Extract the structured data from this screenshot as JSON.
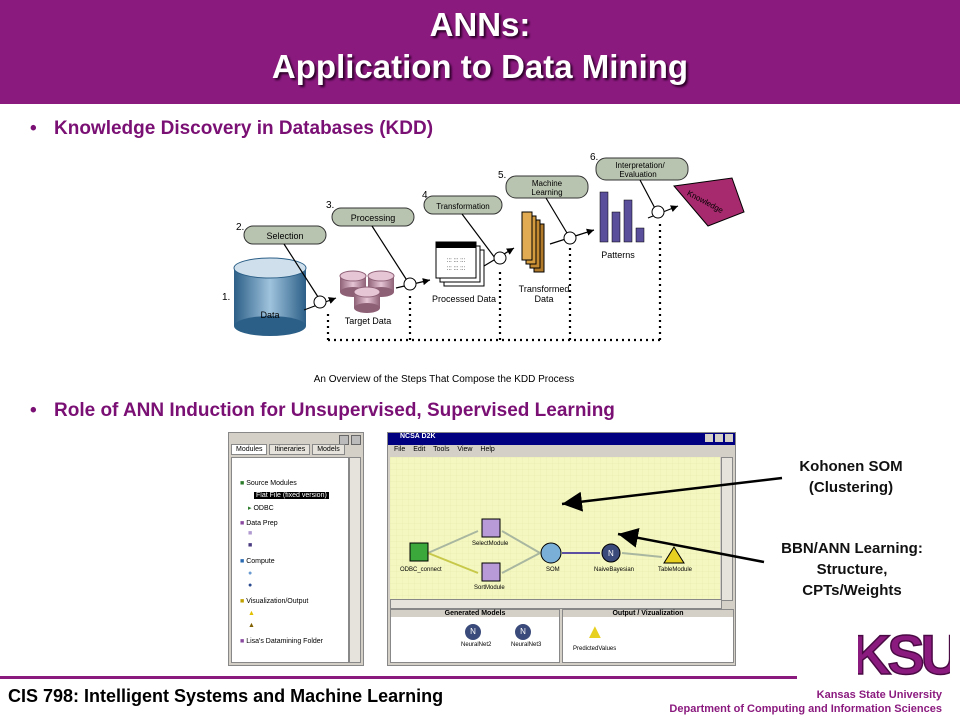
{
  "header": {
    "title_line1": "ANNs:",
    "title_line2": "Application to Data Mining"
  },
  "bullets": [
    "Knowledge Discovery in Databases (KDD)",
    "Role of ANN Induction for Unsupervised, Supervised Learning"
  ],
  "kdd_diagram": {
    "step_numbers": [
      "1.",
      "2.",
      "3.",
      "4.",
      "5.",
      "6."
    ],
    "steps": [
      "Selection",
      "Processing",
      "Transformation",
      "Machine",
      "Learning",
      "Interpretation/",
      "Evaluation"
    ],
    "artifacts": {
      "data": "Data",
      "target_data": "Target Data",
      "processed_data": "Processed Data",
      "transformed_line1": "Transformed",
      "transformed_line2": "Data",
      "patterns": "Patterns",
      "knowledge": "Knowledge"
    },
    "caption": "An Overview of the Steps That Compose the KDD Process"
  },
  "modules_panel": {
    "tabs": [
      "Modules",
      "Itineraries",
      "Models"
    ],
    "items": [
      "Source Modules",
      "Flat File (fixed version)",
      "ODBC",
      "Data Prep",
      "Compute",
      "Visualization/Output",
      "Lisa's Datamining Folder"
    ]
  },
  "d2k_window": {
    "title": "NCSA D2K",
    "menu": [
      "File",
      "Edit",
      "Tools",
      "View",
      "Help"
    ],
    "nodes": [
      "ODBC_connect",
      "SelectModule",
      "SortModule",
      "SOM",
      "NaiveBayesian",
      "TableModule"
    ],
    "bottom_left_title": "Generated Models",
    "bottom_right_title": "Output / Vizualization",
    "models": [
      "NeuralNet2",
      "NeuralNet3"
    ],
    "outputs": [
      "PredictedValues"
    ],
    "node_glyph": "N"
  },
  "annotations": {
    "som_line1": "Kohonen SOM",
    "som_line2": "(Clustering)",
    "bbn_line1": "BBN/ANN Learning:",
    "bbn_line2": "Structure,",
    "bbn_line3": "CPTs/Weights"
  },
  "footer": {
    "course": "CIS 798: Intelligent Systems and Machine Learning",
    "university": "Kansas State University",
    "department": "Department of Computing and Information Sciences",
    "logo_text": "KSU"
  },
  "colors": {
    "brand": "#8b1a7f",
    "step_pill": "#b9c4b0",
    "patterns": "#5a4f9a"
  }
}
